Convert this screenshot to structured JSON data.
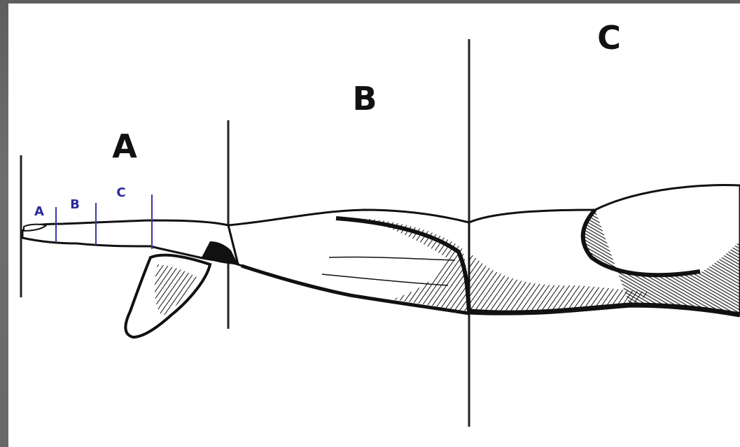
{
  "regions": {
    "major": [
      {
        "label": "A"
      },
      {
        "label": "B"
      },
      {
        "label": "C"
      }
    ],
    "minor": [
      {
        "label": "A"
      },
      {
        "label": "B"
      },
      {
        "label": "C"
      }
    ]
  },
  "colors": {
    "frame": "#6a6a6a",
    "background": "#ffffff",
    "ink": "#111111",
    "minor_labels": "#2a2a9a"
  }
}
